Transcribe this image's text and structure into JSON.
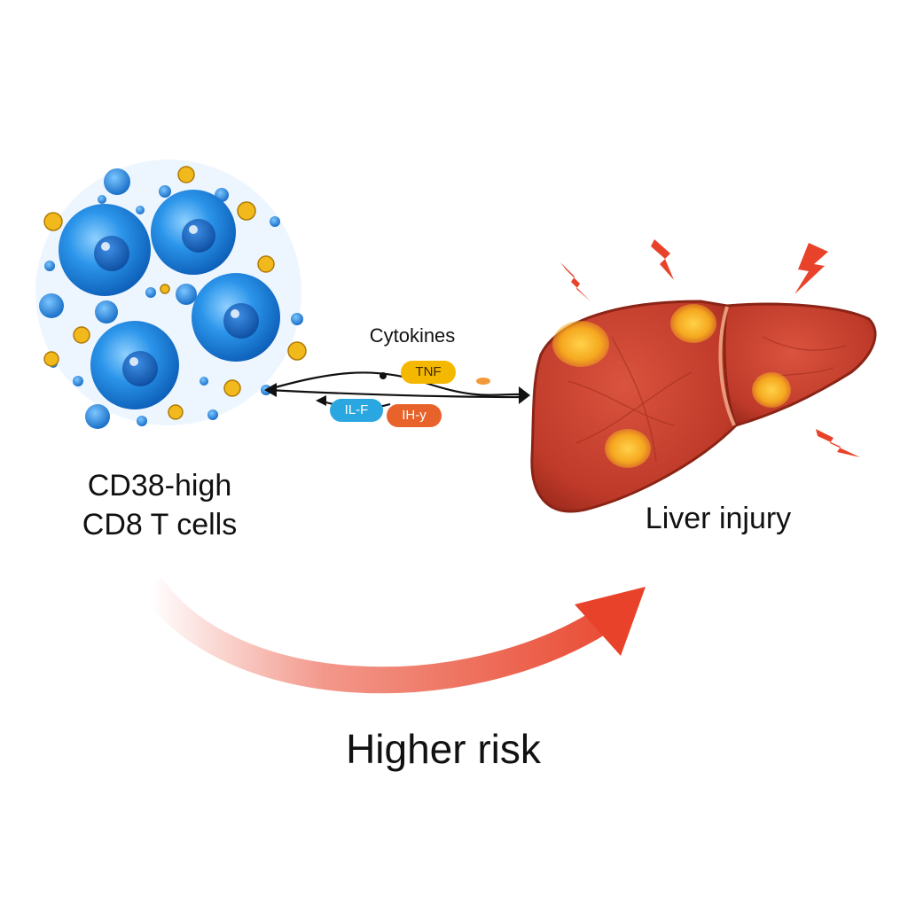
{
  "labels": {
    "cells_line1": "CD38-high",
    "cells_line2": "CD8 T cells",
    "cytokines": "Cytokines",
    "liver": "Liver injury",
    "risk": "Higher risk"
  },
  "cytokines": {
    "tnf": "TNF",
    "il": "IL-F",
    "ifn": "IH-y"
  },
  "colors": {
    "cell_blue": "#1f86e0",
    "cytokine_gold": "#f2b91c",
    "liver_red": "#c8392b",
    "lesion_yellow": "#f5b41f",
    "bolt_red": "#e8432a",
    "risk_arrow": "#e8432a"
  }
}
